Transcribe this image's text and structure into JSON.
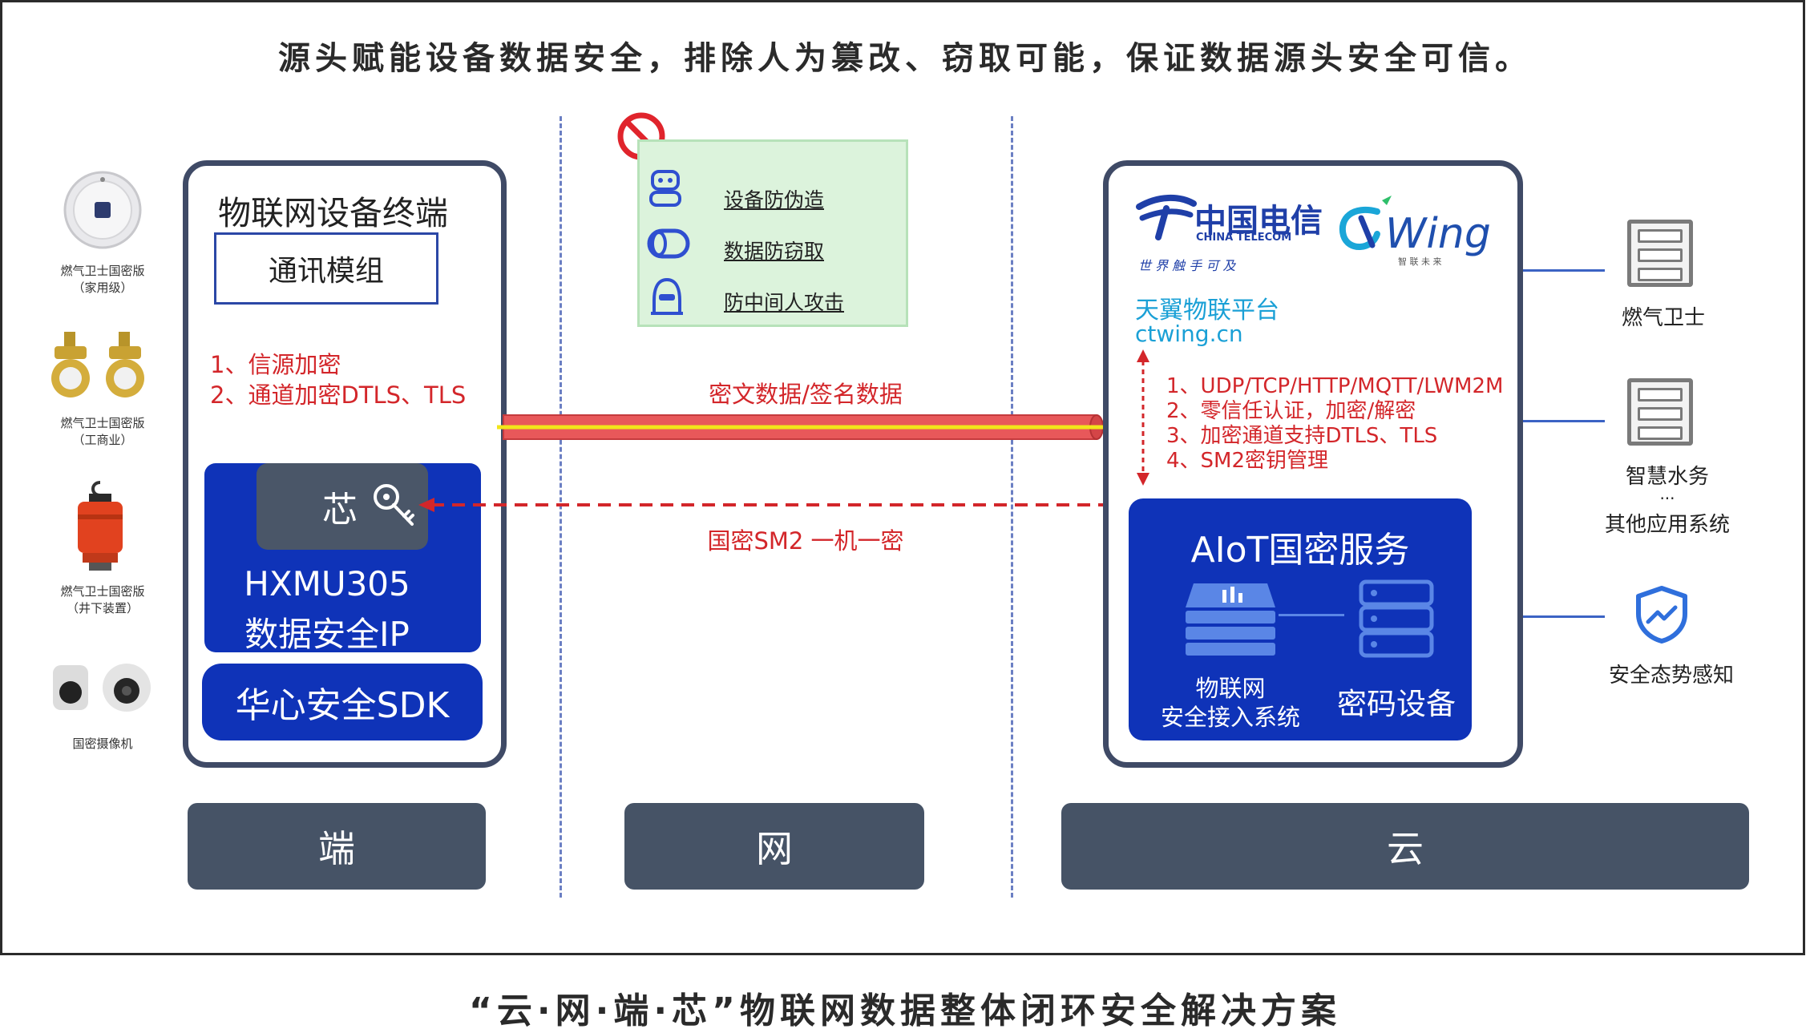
{
  "top_title": "源头赋能设备数据安全，排除人为篡改、窃取可能，保证数据源头安全可信。",
  "bottom_title": "“云·网·端·芯”物联网数据整体闭环安全解决方案",
  "devices": [
    {
      "line1": "燃气卫士国密版",
      "line2": "（家用级）"
    },
    {
      "line1": "燃气卫士国密版",
      "line2": "（工商业）"
    },
    {
      "line1": "燃气卫士国密版",
      "line2": "（井下装置）"
    },
    {
      "line1": "国密摄像机",
      "line2": ""
    }
  ],
  "terminal": {
    "title": "物联网设备终端",
    "module": "通讯模组",
    "enc1": "1、信源加密",
    "enc2": "2、通道加密DTLS、TLS",
    "chip_char": "芯",
    "ip_line1": "HXMU305",
    "ip_line2": "数据安全IP",
    "sdk": "华心安全SDK"
  },
  "network": {
    "items": [
      "设备防伪造",
      "数据防窃取",
      "防中间人攻击"
    ],
    "cipher_label": "密文数据/签名数据",
    "sm2_label": "国密SM2 一机一密"
  },
  "cloud": {
    "logo_cn": "中国电信",
    "logo_en": "CHINA TELECOM",
    "logo_slogan": "世 界 触 手 可 及",
    "wing_text": "Wing",
    "wing_sub": "智 联 未 来",
    "platform_name": "天翼物联平台",
    "platform_url": "ctwing.cn",
    "features": [
      "1、UDP/TCP/HTTP/MQTT/LWM2M",
      "2、零信任认证，加密/解密",
      "3、加密通道支持DTLS、TLS",
      "4、SM2密钥管理"
    ],
    "aiot_title": "AIoT国密服务",
    "access_line1": "物联网",
    "access_line2": "安全接入系统",
    "crypto_device": "密码设备"
  },
  "apps": {
    "gas": "燃气卫士",
    "water": "智慧水务",
    "ellipsis": "...",
    "others": "其他应用系统",
    "security": "安全态势感知"
  },
  "bars": {
    "duan": "端",
    "wang": "网",
    "yun": "云"
  },
  "colors": {
    "red": "#d3262a",
    "navy": "#0f33b8",
    "slate": "#465366",
    "green": "#dcf3dc",
    "yellow": "#f2e51a"
  }
}
